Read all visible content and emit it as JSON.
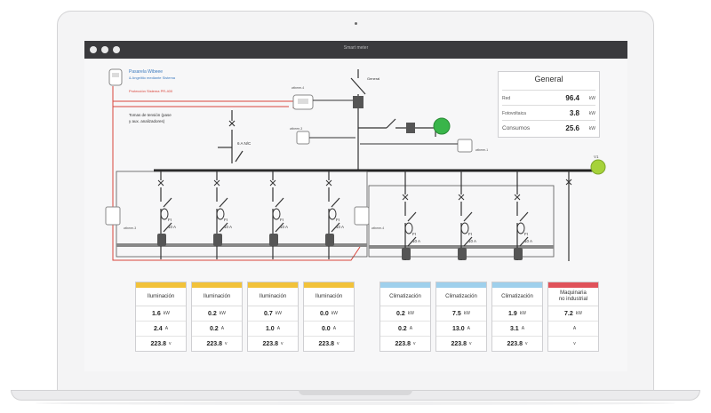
{
  "window": {
    "title": "Smart meter"
  },
  "diagram": {
    "source_label": "Pasarela Wibeee",
    "source_sub": "& Angelitio mediante Sistema",
    "red_caption": "Protección Sistema PR-400",
    "feeder_caption_1": "Tomas de tensión (pase",
    "feeder_caption_2": "y aux. analizadores)",
    "breaker_rating": "6 A N/C",
    "general_label": "General",
    "meter_1": "wibeee-4",
    "meter_2": "wibeee-3",
    "meter_3": "wibeee-1",
    "meter_4": "wibeee-3",
    "meter_5": "wibeee-4",
    "fuse_label": "FI",
    "fuse_current": "10 A",
    "bus_tag": "V1"
  },
  "general": {
    "title": "General",
    "rows": [
      {
        "label": "Red",
        "value": "96.4",
        "unit": "kW"
      },
      {
        "label": "Fotovoltaica",
        "value": "3.8",
        "unit": "kW"
      },
      {
        "label": "Consumos",
        "value": "25.6",
        "unit": "kW"
      }
    ]
  },
  "circuits": [
    {
      "name": "Iluminación",
      "power": "1.6",
      "power_unit": "kW",
      "current": "2.4",
      "current_unit": "A",
      "voltage": "223.8",
      "voltage_unit": "v",
      "color": "#f2c23a"
    },
    {
      "name": "Iluminación",
      "power": "0.2",
      "power_unit": "kW",
      "current": "0.2",
      "current_unit": "A",
      "voltage": "223.8",
      "voltage_unit": "v",
      "color": "#f2c23a"
    },
    {
      "name": "Iluminación",
      "power": "0.7",
      "power_unit": "kW",
      "current": "1.0",
      "current_unit": "A",
      "voltage": "223.8",
      "voltage_unit": "v",
      "color": "#f2c23a"
    },
    {
      "name": "Iluminación",
      "power": "0.0",
      "power_unit": "kW",
      "current": "0.0",
      "current_unit": "A",
      "voltage": "223.8",
      "voltage_unit": "v",
      "color": "#f2c23a"
    },
    {
      "name": "Climatización",
      "power": "0.2",
      "power_unit": "kW",
      "current": "0.2",
      "current_unit": "A",
      "voltage": "223.8",
      "voltage_unit": "v",
      "color": "#9fd0ec"
    },
    {
      "name": "Climatización",
      "power": "7.5",
      "power_unit": "kW",
      "current": "13.0",
      "current_unit": "A",
      "voltage": "223.8",
      "voltage_unit": "v",
      "color": "#9fd0ec"
    },
    {
      "name": "Climatización",
      "power": "1.9",
      "power_unit": "kW",
      "current": "3.1",
      "current_unit": "A",
      "voltage": "223.8",
      "voltage_unit": "v",
      "color": "#9fd0ec"
    },
    {
      "name": "Maquinaria\nno industrial",
      "power": "7.2",
      "power_unit": "kW",
      "current": "",
      "current_unit": "A",
      "voltage": "",
      "voltage_unit": "v",
      "color": "#e0525a"
    }
  ],
  "colors": {
    "bus": "#222222",
    "alarm_line": "#d9453b",
    "green_indicator": "#39b54a",
    "lime_indicator": "#a6d23a"
  }
}
